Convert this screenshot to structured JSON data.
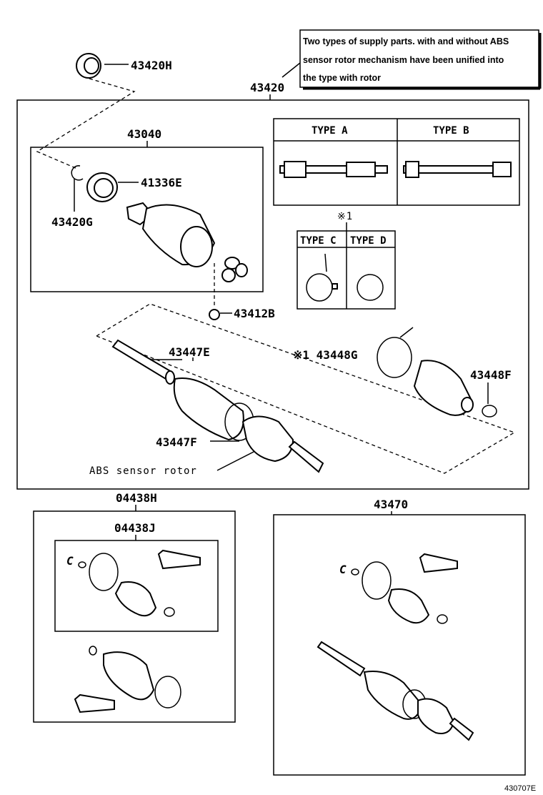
{
  "note": {
    "lines": [
      "Two types of supply parts. with and without ABS",
      "sensor rotor mechanism have been unified into",
      "the type with rotor"
    ]
  },
  "labels": {
    "p43420H": "43420H",
    "p43420": "43420",
    "p43040": "43040",
    "p41336E": "41336E",
    "p43420G": "43420G",
    "p43412B": "43412B",
    "p43447E": "43447E",
    "p43448G": "※1 43448G",
    "p43448F": "43448F",
    "p43447F": "43447F",
    "abs_rotor": "ABS sensor rotor",
    "p04438H": "04438H",
    "p04438J": "04438J",
    "p43470": "43470",
    "ref_mark": "※1",
    "figure_id": "430707E"
  },
  "type_table": {
    "type_a": "TYPE A",
    "type_b": "TYPE B",
    "type_c": "TYPE C",
    "type_d": "TYPE D"
  }
}
